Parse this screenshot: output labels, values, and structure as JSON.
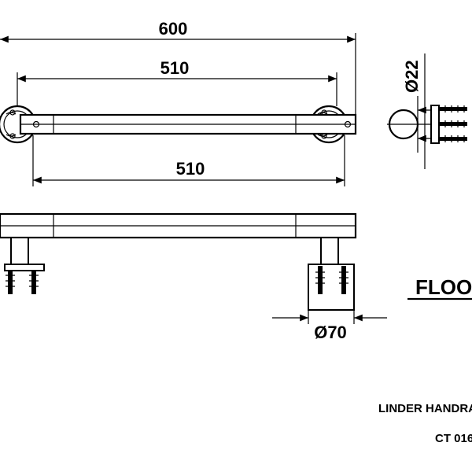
{
  "dimensions": {
    "overall_length": "600",
    "top_inner_length": "510",
    "bottom_inner_length": "510",
    "bar_diameter": "Ø22",
    "base_diameter": "Ø70"
  },
  "labels": {
    "floor": "FLOOR",
    "product_name": "LINDER HANDRA",
    "product_code": "CT 016"
  }
}
